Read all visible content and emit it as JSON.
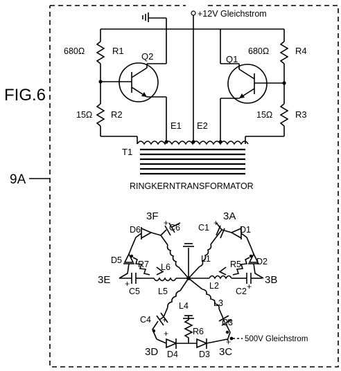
{
  "figure": {
    "title": "FIG.6",
    "ref": "9A"
  },
  "oscillator": {
    "supply": "+12V Gleichstrom",
    "transformer": {
      "id": "T1",
      "name": "RINGKERNTRANSFORMATOR"
    },
    "transistors": [
      "Q2",
      "Q1"
    ],
    "emitters": [
      "E1",
      "E2"
    ],
    "resistors": [
      {
        "id": "R1",
        "value": "680Ω"
      },
      {
        "id": "R2",
        "value": "15Ω"
      },
      {
        "id": "R4",
        "value": "680Ω"
      },
      {
        "id": "R3",
        "value": "15Ω"
      }
    ]
  },
  "multiplier": {
    "output_label": "500V Gleichstrom",
    "capacitors": [
      "C1",
      "C2",
      "C3",
      "C4",
      "C5",
      "C6"
    ],
    "diodes": [
      "D1",
      "D2",
      "D3",
      "D4",
      "D5",
      "D6"
    ],
    "inductors": [
      "L1",
      "L2",
      "L3",
      "L4",
      "L5",
      "L6"
    ],
    "resistors": [
      "R5",
      "R6",
      "R7"
    ],
    "terminals": [
      "3A",
      "3B",
      "3C",
      "3D",
      "3E",
      "3F"
    ]
  }
}
